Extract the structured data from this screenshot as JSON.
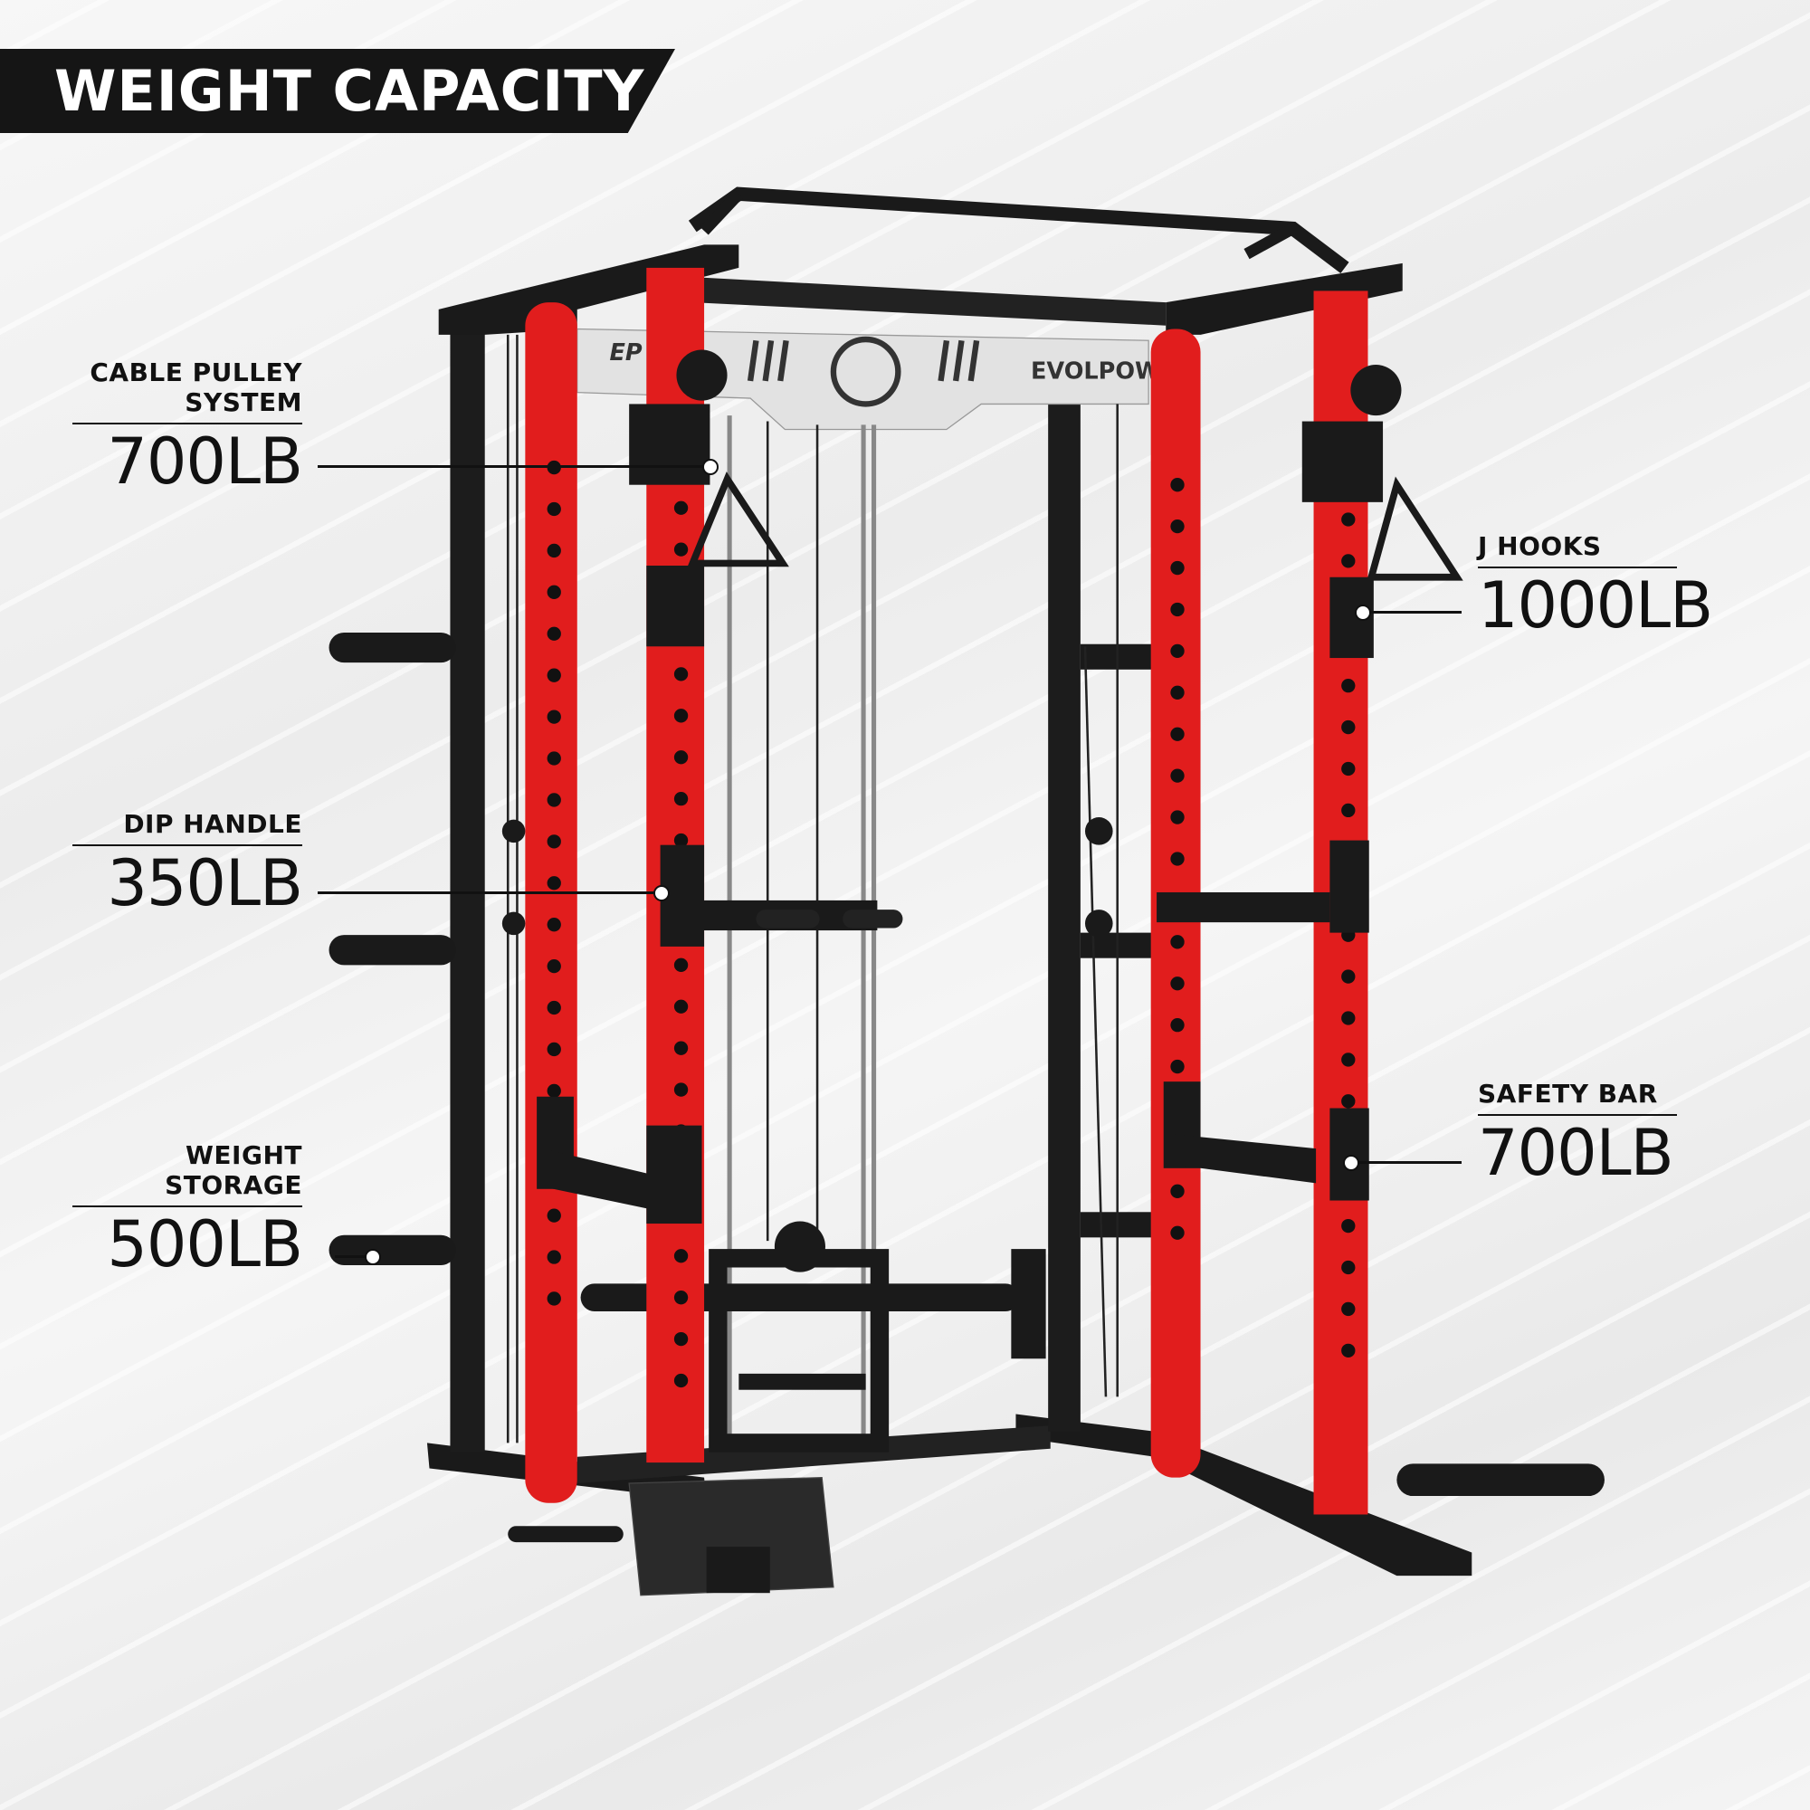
{
  "header": {
    "title": "WEIGHT CAPACITY"
  },
  "brand": {
    "plate_text": "EVOLPOW",
    "logo_text": "EP"
  },
  "colors": {
    "accent_red": "#e11d1d",
    "frame_black": "#1a1a1a",
    "banner_bg": "#151515"
  },
  "callouts": [
    {
      "label_lines": [
        "CABLE PULLEY",
        "SYSTEM"
      ],
      "value": "700LB"
    },
    {
      "label_lines": [
        "DIP HANDLE"
      ],
      "value": "350LB"
    },
    {
      "label_lines": [
        "WEIGHT",
        "STORAGE"
      ],
      "value": "500LB"
    },
    {
      "label_lines": [
        "J HOOKS"
      ],
      "value": "1000LB"
    },
    {
      "label_lines": [
        "SAFETY BAR"
      ],
      "value": "700LB"
    }
  ]
}
